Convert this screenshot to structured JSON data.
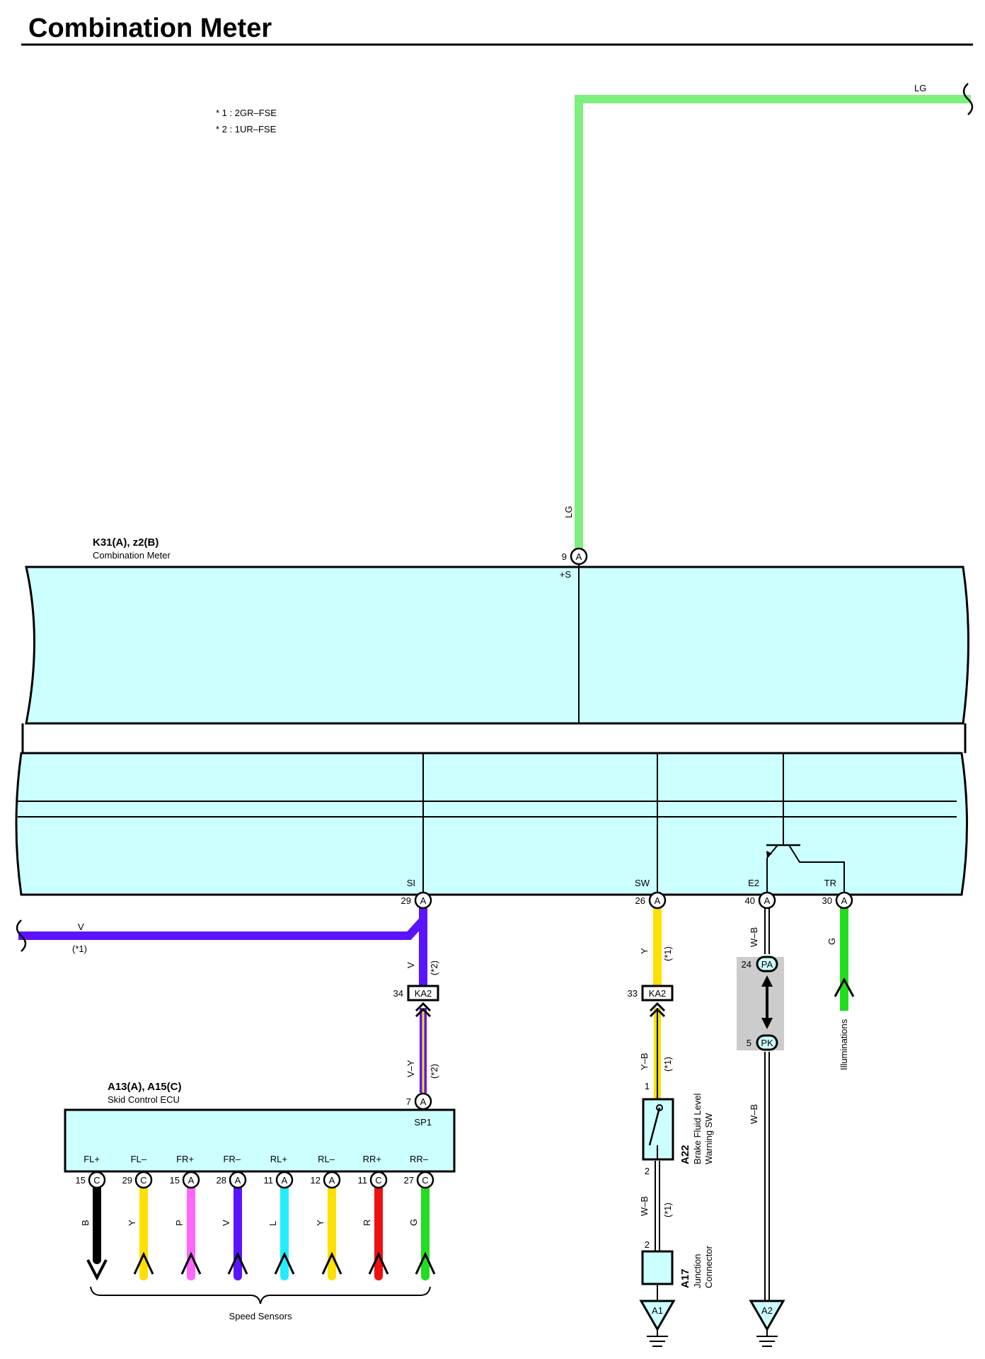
{
  "title": "Combination Meter",
  "notes": [
    "* 1 : 2GR–FSE",
    "* 2 : 1UR–FSE"
  ],
  "combination_meter": {
    "code": "K31(A), z2(B)",
    "name": "Combination Meter",
    "pins": {
      "plus_s": {
        "name": "+S",
        "pin": "9",
        "conn": "A"
      },
      "si": {
        "name": "SI",
        "pin": "29",
        "conn": "A"
      },
      "sw": {
        "name": "SW",
        "pin": "26",
        "conn": "A"
      },
      "e2": {
        "name": "E2",
        "pin": "40",
        "conn": "A"
      },
      "tr": {
        "name": "TR",
        "pin": "30",
        "conn": "A"
      }
    }
  },
  "wires": {
    "lg_top": "LG",
    "lg_vertical": "LG",
    "v_left": "V",
    "v_left_note": "(*1)",
    "v_si": "V",
    "v_si_note": "(*2)",
    "vy": "V–Y",
    "vy_note": "(*2)",
    "y_sw": "Y",
    "y_sw_note": "(*1)",
    "yb": "Y–B",
    "yb_note": "(*1)",
    "wb_switch": "W–B",
    "wb_switch_note": "(*1)",
    "wb_e2_top": "W–B",
    "wb_e2_bottom": "W–B",
    "g_tr": "G"
  },
  "connectors": {
    "ka2_left": {
      "code": "KA2",
      "pin": "34"
    },
    "ka2_right": {
      "code": "KA2",
      "pin": "33"
    },
    "pa": {
      "code": "PA",
      "pin": "24"
    },
    "pk": {
      "code": "PK",
      "pin": "5"
    }
  },
  "illuminations": "Illuminations",
  "skid_ecu": {
    "code": "A13(A), A15(C)",
    "name": "Skid Control ECU",
    "sp1": {
      "name": "SP1",
      "pin": "7",
      "conn": "A"
    },
    "pins": [
      {
        "name": "FL+",
        "pin": "15",
        "conn": "C",
        "wire": "B",
        "color": "#000000"
      },
      {
        "name": "FL–",
        "pin": "29",
        "conn": "C",
        "wire": "Y",
        "color": "#ffe000"
      },
      {
        "name": "FR+",
        "pin": "15",
        "conn": "A",
        "wire": "P",
        "color": "#ff66ff"
      },
      {
        "name": "FR–",
        "pin": "28",
        "conn": "A",
        "wire": "V",
        "color": "#5a14ff"
      },
      {
        "name": "RL+",
        "pin": "11",
        "conn": "A",
        "wire": "L",
        "color": "#22eeff"
      },
      {
        "name": "RL–",
        "pin": "12",
        "conn": "A",
        "wire": "Y",
        "color": "#ffe000"
      },
      {
        "name": "RR+",
        "pin": "11",
        "conn": "C",
        "wire": "R",
        "color": "#ee1111"
      },
      {
        "name": "RR–",
        "pin": "27",
        "conn": "C",
        "wire": "G",
        "color": "#22dd22"
      }
    ]
  },
  "speed_sensors": "Speed Sensors",
  "brake_switch": {
    "code": "A22",
    "name_line1": "Brake Fluid Level",
    "name_line2": "Warning SW",
    "pin_top": "1",
    "pin_bottom": "2"
  },
  "junction": {
    "code": "A17",
    "name_line1": "Junction",
    "name_line2": "Connector",
    "pin": "2"
  },
  "grounds": {
    "a1": "A1",
    "a2": "A2"
  },
  "colors": {
    "lg": "#7ef07e",
    "v": "#5a14ff",
    "y": "#ffe000",
    "g": "#22dd22",
    "component_fill": "#ccffff",
    "shade": "#cccccc"
  }
}
